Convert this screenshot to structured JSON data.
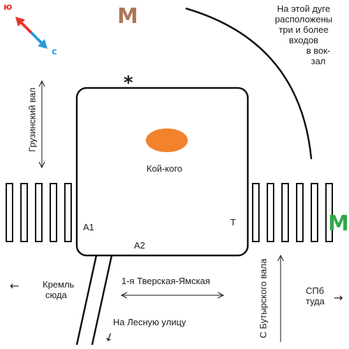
{
  "compass": {
    "south_letter": "ю",
    "north_letter": "с",
    "south_color": "#e8352a",
    "north_color": "#2a9be0"
  },
  "metro": {
    "top": {
      "letter": "М",
      "color": "#b0755a"
    },
    "right": {
      "letter": "М",
      "color": "#2ea84a"
    }
  },
  "arc_note": {
    "lines": [
      "На этой дуге",
      "расположены",
      "три и более",
      "входов",
      "в вок-",
      "зал"
    ]
  },
  "block": {
    "label": "Кой-кого",
    "marker_color": "#f2822c",
    "entrance_star": "*",
    "points": {
      "a1": "А1",
      "a2": "А2",
      "t": "Т"
    }
  },
  "streets": {
    "gruzinsky_val": "Грузинский вал",
    "tverskaya_yamskaya": "1-я Тверская-Ямская",
    "butyrsky_val": "С Бутырского вала",
    "lesnaya": "На Лесную улицу"
  },
  "directions": {
    "kremlin": [
      "Кремль",
      "сюда"
    ],
    "spb": [
      "СПб",
      "туда"
    ]
  }
}
